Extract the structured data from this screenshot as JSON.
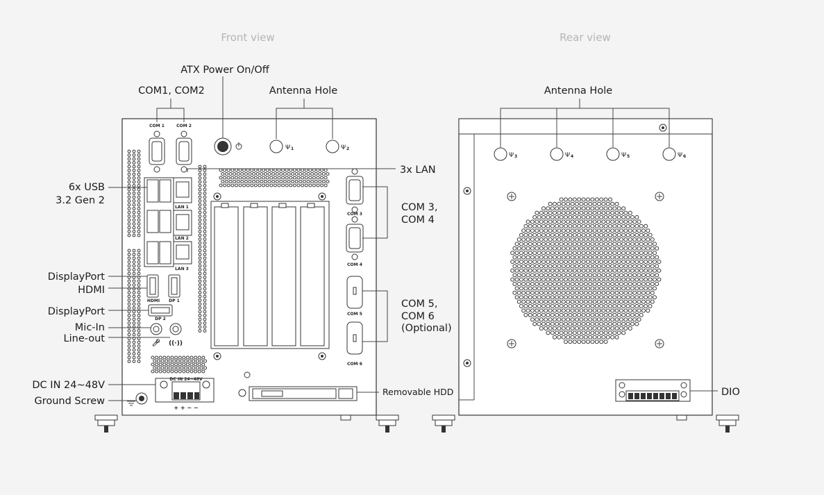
{
  "views": {
    "front_title": "Front view",
    "rear_title": "Rear view"
  },
  "front_labels": {
    "atx_power": "ATX Power On/Off",
    "com12": "COM1, COM2",
    "antenna": "Antenna Hole",
    "lan": "3x LAN",
    "usb_line1": "6x USB",
    "usb_line2": "3.2 Gen 2",
    "com34_line1": "COM 3,",
    "com34_line2": "COM 4",
    "displayport_1": "DisplayPort",
    "hdmi": "HDMI",
    "displayport_2": "DisplayPort",
    "com56_line1": "COM 5,",
    "com56_line2": "COM 6",
    "com56_line3": "(Optional)",
    "mic_in": "Mic-In",
    "line_out": "Line-out",
    "dc_in": "DC IN 24~48V",
    "ground": "Ground Screw",
    "hdd": "Removable HDD"
  },
  "rear_labels": {
    "antenna": "Antenna Hole",
    "dio": "DIO"
  },
  "silkscreen": {
    "com1": "COM 1",
    "com2": "COM 2",
    "com3": "COM 3",
    "com4": "COM 4",
    "com5": "COM 5",
    "com6": "COM 6",
    "lan1": "LAN 1",
    "lan2": "LAN 2",
    "lan3": "LAN 3",
    "hdmi": "HDMI",
    "dp1": "DP 1",
    "dp2": "DP 2",
    "dcin": "DC IN 24~48V",
    "ant1": "1",
    "ant2": "2",
    "ant3": "3",
    "ant4": "4",
    "ant5": "5",
    "ant6": "6"
  },
  "colors": {
    "background": "#f4f4f4",
    "line": "#444444",
    "title": "#b4b4b4"
  }
}
